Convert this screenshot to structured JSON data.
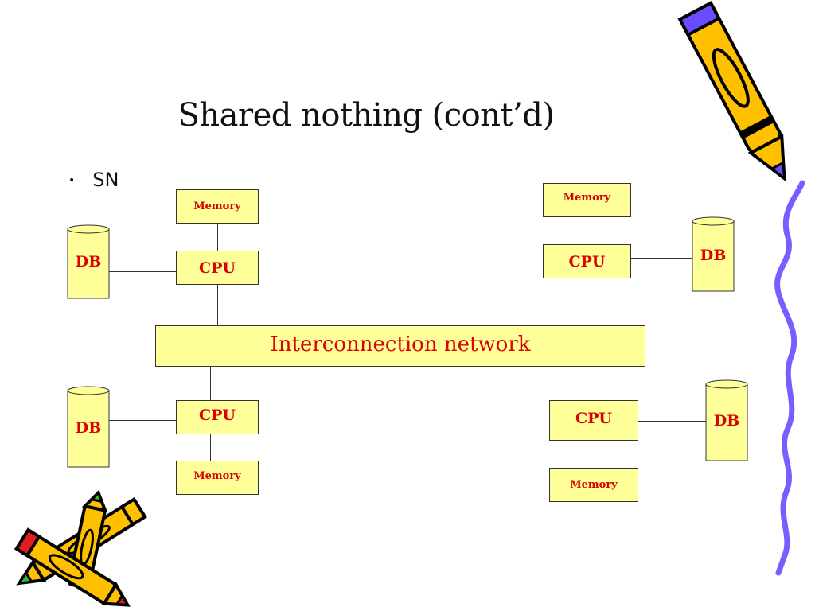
{
  "slide": {
    "title": "Shared nothing (cont’d)",
    "bullet": "SN"
  },
  "diagram": {
    "network_label": "Interconnection network",
    "nodes": [
      {
        "position": "top-left",
        "memory": "Memory",
        "cpu": "CPU",
        "db": "DB"
      },
      {
        "position": "top-right",
        "memory": "Memory",
        "cpu": "CPU",
        "db": "DB"
      },
      {
        "position": "bottom-left",
        "memory": "Memory",
        "cpu": "CPU",
        "db": "DB"
      },
      {
        "position": "bottom-right",
        "memory": "Memory",
        "cpu": "CPU",
        "db": "DB"
      }
    ]
  },
  "colors": {
    "box_fill": "#ffff99",
    "label_red": "#dd0000",
    "crayon_blue": "#6a4cff",
    "crayon_yellow": "#ffc000"
  },
  "decorations": [
    "crayon-top-right",
    "crayon-pair-bottom-left",
    "blue-squiggle-right"
  ]
}
